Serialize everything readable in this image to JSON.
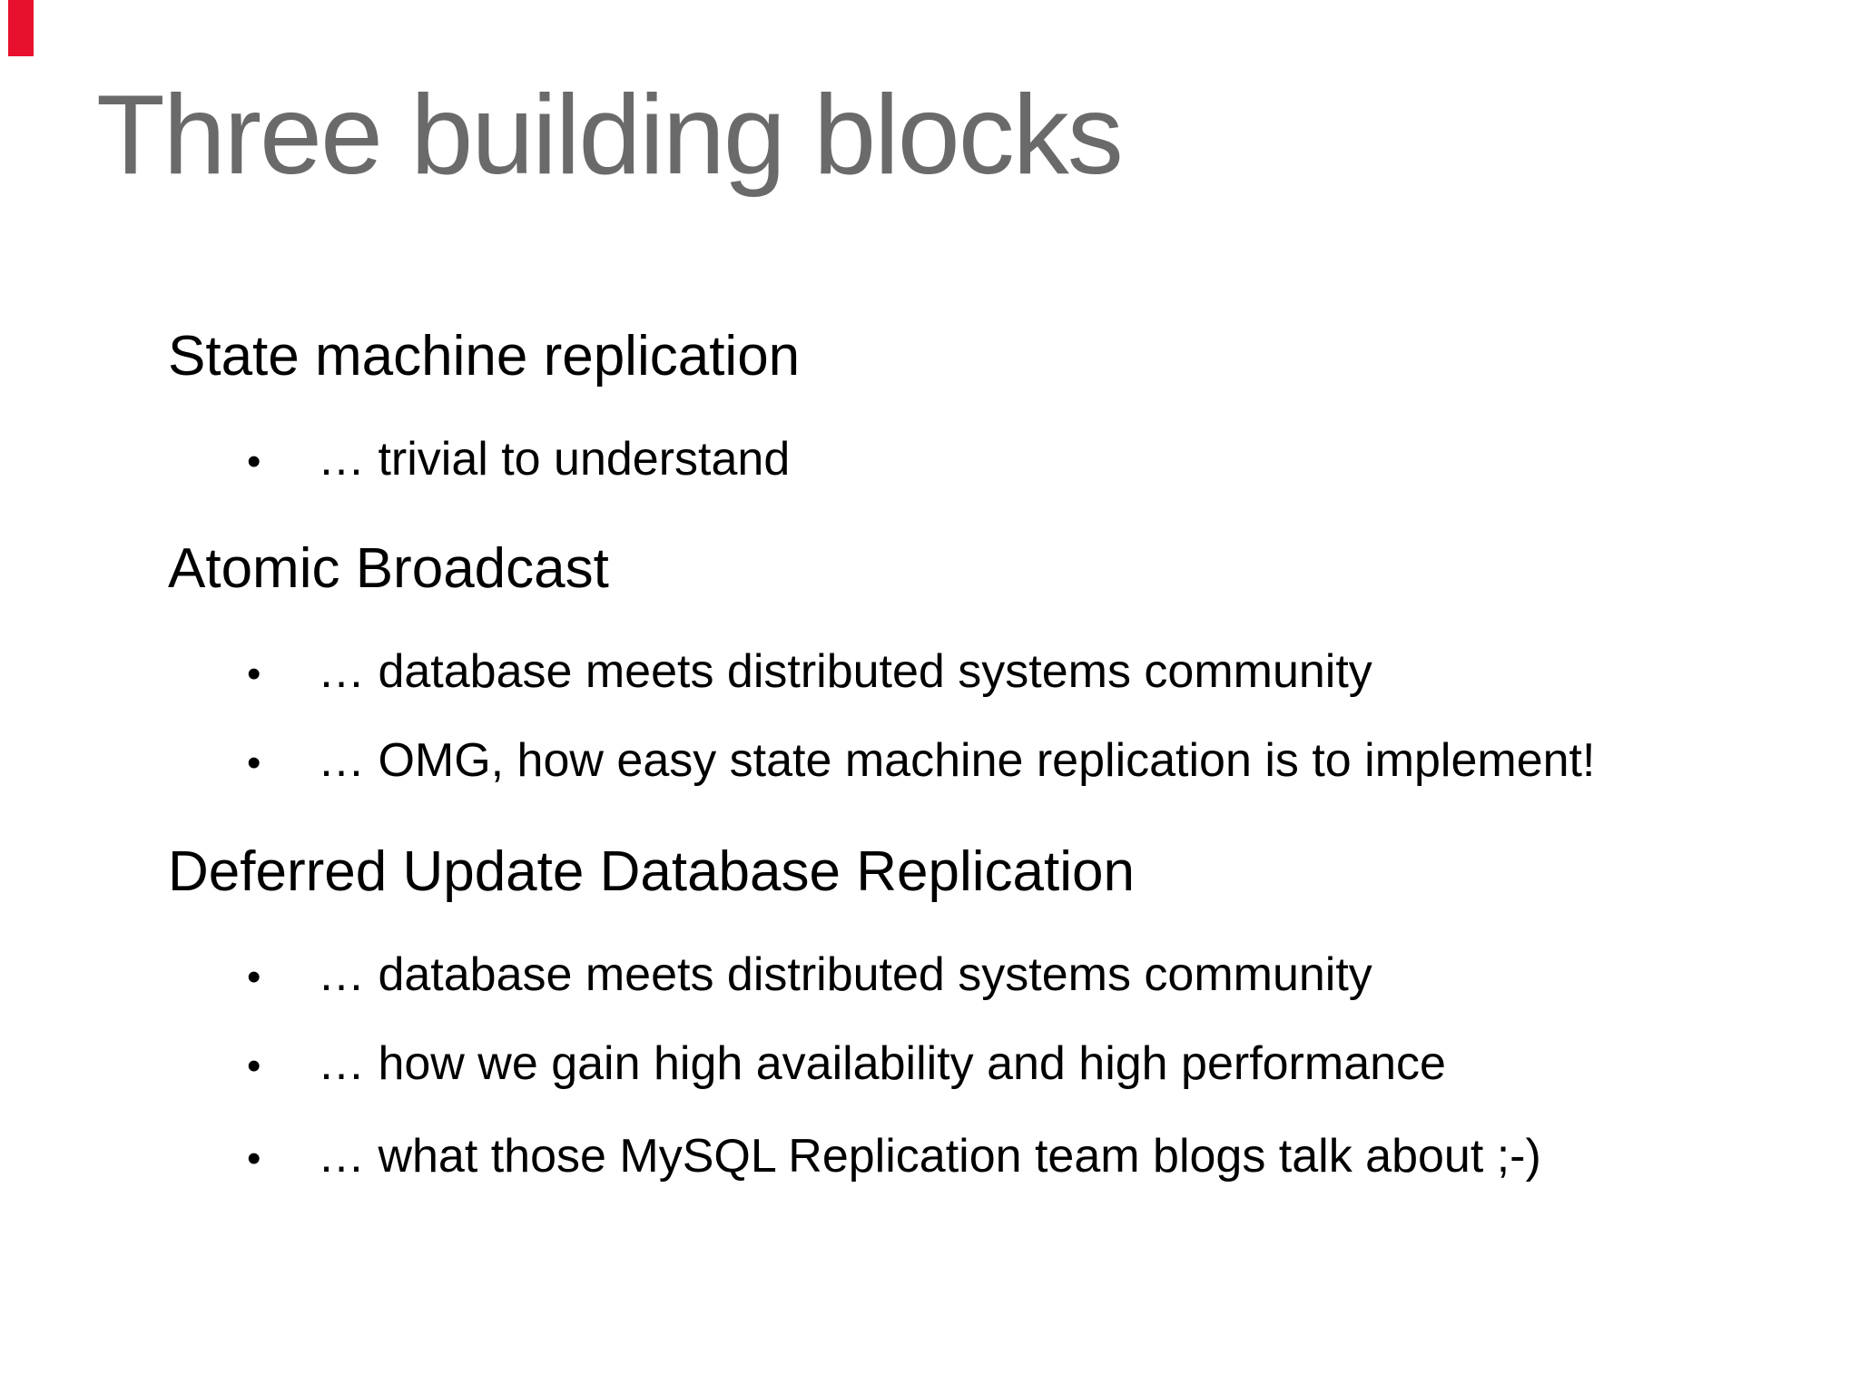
{
  "slide": {
    "title": "Three building blocks",
    "bullet_char": "•",
    "colors": {
      "background": "#ffffff",
      "title_gray": "#6a6a6a",
      "body_text": "#000000",
      "accent_bar_red": "#e8112d"
    },
    "sections": [
      {
        "heading": "State machine replication",
        "bullets": [
          "… trivial to understand"
        ]
      },
      {
        "heading": "Atomic Broadcast",
        "bullets": [
          "… database meets distributed systems community",
          "… OMG, how easy state machine replication is to implement!"
        ]
      },
      {
        "heading": "Deferred Update Database Replication",
        "bullets": [
          "… database meets distributed systems community",
          "… how we gain high availability and high performance",
          "… what those MySQL Replication team blogs talk about ;-)"
        ]
      }
    ]
  }
}
